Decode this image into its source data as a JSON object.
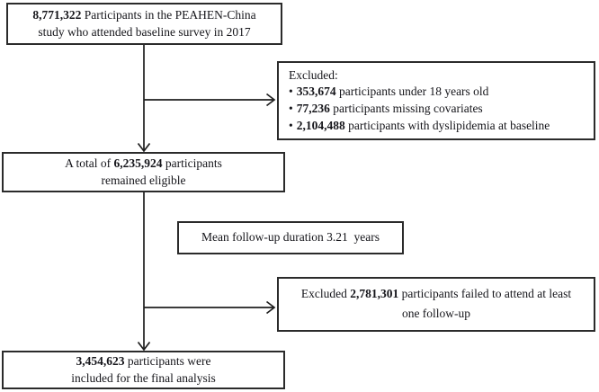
{
  "figure": {
    "background": "#ffffff",
    "border_color": "#2b2b2b",
    "line_color": "#1f1f1f",
    "text_color": "#15151a"
  },
  "boxes": {
    "baseline": {
      "bold": "8,771,322",
      "line1_rest": " Participants in the PEAHEN-China",
      "line2": "study who attended baseline survey in 2017"
    },
    "exclusion1": {
      "title": "Excluded:",
      "bullet": "•",
      "items": [
        {
          "num": "353,674",
          "rest": " participants under 18 years old"
        },
        {
          "num": "77,236",
          "rest": " participants missing covariates"
        },
        {
          "num": "2,104,488",
          "rest": " participants with dyslipidemia at baseline"
        }
      ]
    },
    "eligible": {
      "line1_prefix": "A total of ",
      "bold": "6,235,924",
      "line1_rest": " participants",
      "line2": "remained eligible"
    },
    "followup": {
      "text": "Mean follow-up duration 3.21  years"
    },
    "exclusion2": {
      "line1_prefix": "Excluded ",
      "bold": "2,781,301",
      "line1_rest": " participants failed to attend at least",
      "line2": "one follow-up"
    },
    "final": {
      "bold": "3,454,623",
      "line1_rest": " participants were",
      "line2": "included for the final analysis"
    }
  }
}
